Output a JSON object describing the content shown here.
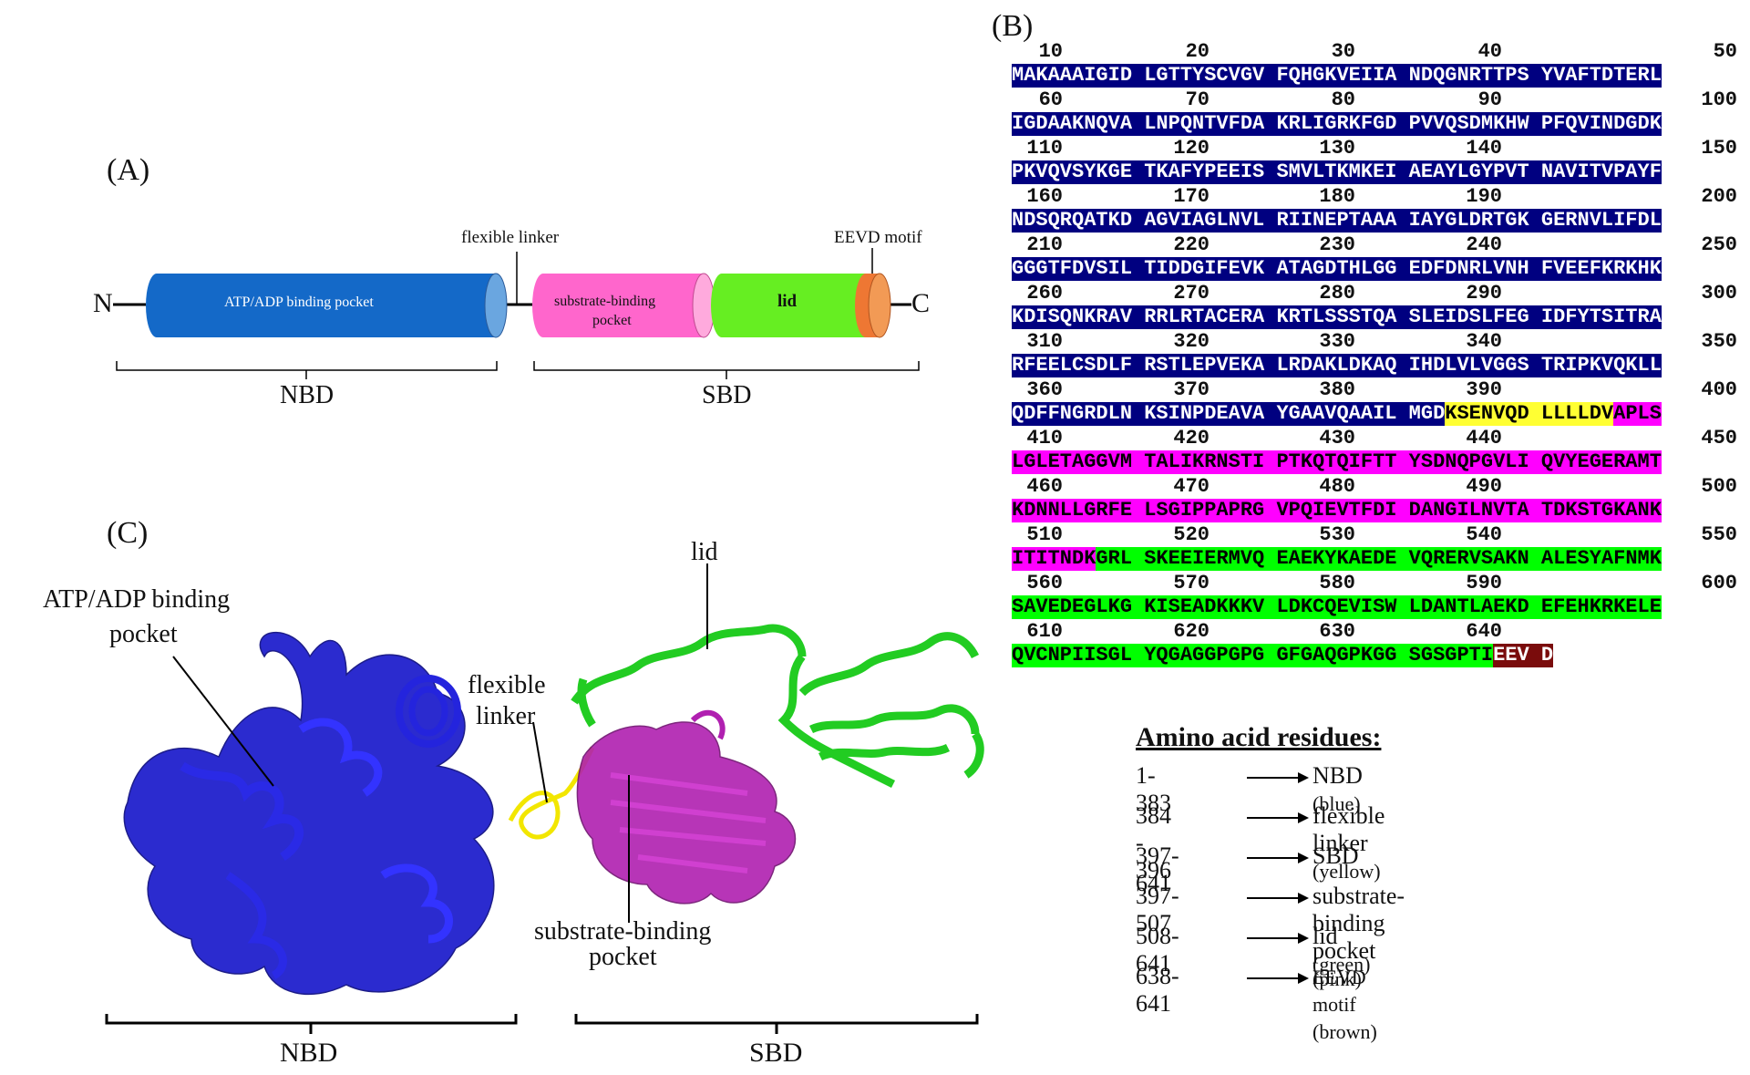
{
  "panel_a": {
    "label": "(A)",
    "n_terminus": "N",
    "c_terminus": "C",
    "nbd_cylinder": "ATP/ADP  binding pocket",
    "flexible_linker": "flexible linker",
    "pocket_cylinder_line1": "substrate-binding",
    "pocket_cylinder_line2": "pocket",
    "lid": "lid",
    "eevd": "EEVD motif",
    "nbd": "NBD",
    "sbd": "SBD",
    "colors": {
      "nbd": "#1469c8",
      "pocket": "#ff66cc",
      "lid": "#66ee22",
      "eevd": "#ee7733"
    }
  },
  "panel_b": {
    "label": "(B)",
    "rows": [
      {
        "numbers": [
          "10",
          "20",
          "30",
          "40",
          "50"
        ],
        "segments": [
          {
            "text": "MAKAAAIGID LGTTYSCVGV FQHGKVEIIA NDQGNRTTPS YVAFTDTERL",
            "region": "nbd"
          }
        ]
      },
      {
        "numbers": [
          "60",
          "70",
          "80",
          "90",
          "100"
        ],
        "segments": [
          {
            "text": "IGDAAKNQVA LNPQNTVFDA KRLIGRKFGD PVVQSDMKHW PFQVINDGDK",
            "region": "nbd"
          }
        ]
      },
      {
        "numbers": [
          "110",
          "120",
          "130",
          "140",
          "150"
        ],
        "segments": [
          {
            "text": "PKVQVSYKGE TKAFYPEEIS SMVLTKMKEI AEAYLGYPVT NAVITVPAYF",
            "region": "nbd"
          }
        ]
      },
      {
        "numbers": [
          "160",
          "170",
          "180",
          "190",
          "200"
        ],
        "segments": [
          {
            "text": "NDSQRQATKD AGVIAGLNVL RIINEPTAAA IAYGLDRTGK GERNVLIFDL",
            "region": "nbd"
          }
        ]
      },
      {
        "numbers": [
          "210",
          "220",
          "230",
          "240",
          "250"
        ],
        "segments": [
          {
            "text": "GGGTFDVSIL TIDDGIFEVK ATAGDTHLGG EDFDNRLVNH FVEEFKRKHK",
            "region": "nbd"
          }
        ]
      },
      {
        "numbers": [
          "260",
          "270",
          "280",
          "290",
          "300"
        ],
        "segments": [
          {
            "text": "KDISQNKRAV RRLRTACERA KRTLSSSTQA SLEIDSLFEG IDFYTSITRA",
            "region": "nbd"
          }
        ]
      },
      {
        "numbers": [
          "310",
          "320",
          "330",
          "340",
          "350"
        ],
        "segments": [
          {
            "text": "RFEELCSDLF RSTLEPVEKA LRDAKLDKAQ IHDLVLVGGS TRIPKVQKLL",
            "region": "nbd"
          }
        ]
      },
      {
        "numbers": [
          "360",
          "370",
          "380",
          "390",
          "400"
        ],
        "segments": [
          {
            "text": "QDFFNGRDLN KSINPDEAVA YGAAVQAAIL MGD",
            "region": "nbd"
          },
          {
            "text": "KSENVQD LLLLDV",
            "region": "link"
          },
          {
            "text": "APLS",
            "region": "pocket"
          }
        ]
      },
      {
        "numbers": [
          "410",
          "420",
          "430",
          "440",
          "450"
        ],
        "segments": [
          {
            "text": "LGLETAGGVM TALIKRNSTI PTKQTQIFTT YSDNQPGVLI QVYEGERAMT",
            "region": "pocket"
          }
        ]
      },
      {
        "numbers": [
          "460",
          "470",
          "480",
          "490",
          "500"
        ],
        "segments": [
          {
            "text": "KDNNLLGRFE LSGIPPAPRG VPQIEVTFDI DANGILNVTA TDKSTGKANK",
            "region": "pocket"
          }
        ]
      },
      {
        "numbers": [
          "510",
          "520",
          "530",
          "540",
          "550"
        ],
        "segments": [
          {
            "text": "ITITNDK",
            "region": "pocket"
          },
          {
            "text": "GRL SKEEIERMVQ EAEKYKAEDE VQRERVSAKN ALESYAFNMK",
            "region": "lid"
          }
        ]
      },
      {
        "numbers": [
          "560",
          "570",
          "580",
          "590",
          "600"
        ],
        "segments": [
          {
            "text": "SAVEDEGLKG KISEADKKKV LDKCQEVISW LDANTLAEKD EFEHKRKELE",
            "region": "lid"
          }
        ]
      },
      {
        "numbers": [
          "610",
          "620",
          "630",
          "640"
        ],
        "segments": [
          {
            "text": "QVCNPIISGL YQGAGGPGPG GFGAQGPKGG SGSGPTI",
            "region": "lid"
          },
          {
            "text": "EEV D",
            "region": "eevd"
          }
        ]
      }
    ]
  },
  "legend": {
    "title": "Amino acid residues:",
    "items": [
      {
        "range": "1- 383",
        "name": "NBD",
        "note": "(blue)"
      },
      {
        "range": "384 - 396",
        "name": "flexible linker",
        "note": "(yellow)"
      },
      {
        "range": "397- 641",
        "name": "SBD",
        "note": ""
      },
      {
        "range": "397- 507",
        "name": "substrate-binding pocket",
        "note": "(pink)"
      },
      {
        "range": "508- 641",
        "name": "lid",
        "note": "(green)"
      },
      {
        "range": "638- 641",
        "name": "EEVD motif (brown)",
        "note": ""
      }
    ]
  },
  "panel_c": {
    "label": "(C)",
    "atp_line1": "ATP/ADP  binding",
    "atp_line2": "pocket",
    "lid": "lid",
    "linker_line1": "flexible",
    "linker_line2": "linker",
    "pocket_line1": "substrate-binding",
    "pocket_line2": "pocket",
    "nbd": "NBD",
    "sbd": "SBD",
    "colors": {
      "nbd": "#1a1acc",
      "linker": "#f2e600",
      "pocket": "#b020b0",
      "lid": "#22cc22"
    }
  }
}
